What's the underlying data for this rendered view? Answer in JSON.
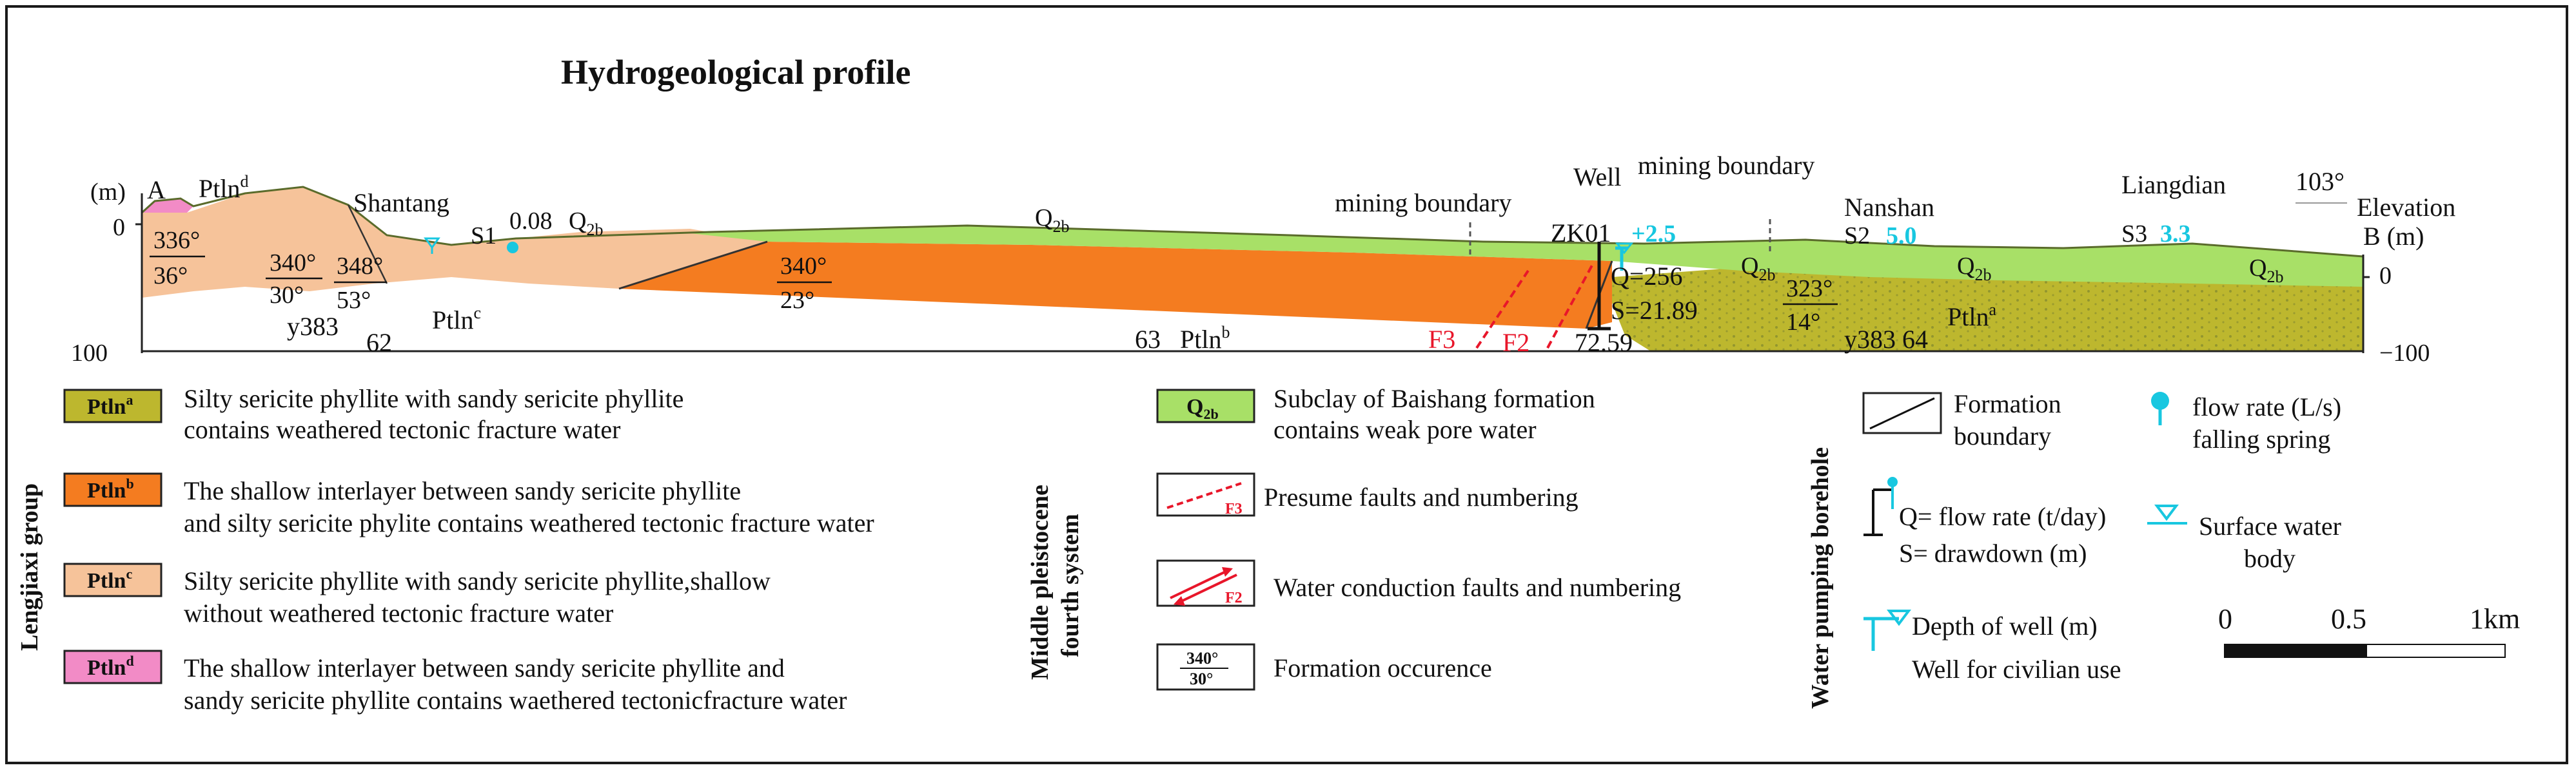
{
  "title": "Hydrogeological profile",
  "profile": {
    "left_unit": "(m)",
    "left_end": "A",
    "right_end": "B",
    "right_unit": "(m)",
    "left_ticks": [
      "0",
      "100"
    ],
    "right_ticks": [
      "0",
      "−100"
    ],
    "direction": "103°",
    "direction_label": "Elevation",
    "places": {
      "shantang": "Shantang",
      "nanshan": "Nanshan",
      "liangdian": "Liangdian",
      "well": "Well",
      "zk01": "ZK01"
    },
    "mining_boundary_1": "mining boundary",
    "mining_boundary_2": "mining boundary",
    "springs": {
      "s1": "S1",
      "s1_rate": "0.08",
      "s2": "S2",
      "s2_rate": "5.0",
      "s3": "S3",
      "s3_rate": "3.3"
    },
    "well_depth": "+2.5",
    "well_q": "Q=256",
    "well_s": "S=21.89",
    "well_total": "72.59",
    "fault_f3": "F3",
    "fault_f2": "F2",
    "unit_labels": {
      "ptln_d_top": "Ptln",
      "ptln_d_sup": "d",
      "ptln_c": "Ptln",
      "ptln_c_sup": "c",
      "ptln_b": "Ptln",
      "ptln_b_sup": "b",
      "ptln_a": "Ptln",
      "ptln_a_sup": "a",
      "q2b": "Q",
      "q2b_sub": "2b"
    },
    "occurrences": [
      {
        "strike": "336°",
        "dip": "36°"
      },
      {
        "strike": "340°",
        "dip": "30°"
      },
      {
        "strike": "348°",
        "dip": "53°"
      },
      {
        "strike": "340°",
        "dip": "23°"
      },
      {
        "strike": "323°",
        "dip": "14°"
      }
    ],
    "marks": {
      "y383_left": "y383",
      "n62": "62",
      "n63": "63",
      "y383_right": "y383",
      "n64": "64"
    }
  },
  "legend": {
    "lengjiaxi_group": "Lengjiaxi group",
    "middle_pleistocene": "Middle pleistocene",
    "fourth_system": "fourth system",
    "water_pumping": "Water pumping borehole",
    "items": [
      {
        "sym": "Ptln",
        "sup": "a",
        "line1": "Silty sericite phyllite with sandy sericite phyllite",
        "line2": "contains weathered tectonic fracture water",
        "color": "#bdb72e"
      },
      {
        "sym": "Ptln",
        "sup": "b",
        "line1": "The shallow interlayer between sandy sericite phyllite",
        "line2": "and silty sericite phylite contains weathered tectonic fracture water",
        "color": "#f47c20"
      },
      {
        "sym": "Ptln",
        "sup": "c",
        "line1": "Silty sericite phyllite with sandy sericite phyllite,shallow",
        "line2": "without weathered tectonic fracture water",
        "color": "#f6c39a"
      },
      {
        "sym": "Ptln",
        "sup": "d",
        "line1": "The shallow interlayer between sandy sericite phyllite and",
        "line2": "sandy sericite phyllite contains waethered tectonicfracture water",
        "color": "#f28bc6"
      }
    ],
    "q2b": {
      "sym": "Q",
      "sub": "2b",
      "line1": "Subclay of Baishang formation",
      "line2": "contains weak pore water",
      "color": "#a8e067"
    },
    "presume_faults": "Presume faults and numbering",
    "presume_fault_tag": "F3",
    "conduction_faults": "Water conduction faults and numbering",
    "conduction_fault_tag": "F2",
    "occurrence_strike": "340°",
    "occurrence_dip": "30°",
    "formation_occurrence": "Formation occurence",
    "formation_boundary_1": "Formation",
    "formation_boundary_2": "boundary",
    "flow_rate_1": "flow rate (L/s)",
    "flow_rate_2": "falling spring",
    "q_flow": "Q= flow rate (t/day)",
    "s_drawdown": "S= drawdown (m)",
    "surface_water_1": "Surface water",
    "surface_water_2": "body",
    "depth_of_well": "Depth of well (m)",
    "well_civilian": "Well for civilian use",
    "scale": [
      "0",
      "0.5",
      "1km"
    ]
  },
  "colors": {
    "ptln_a": "#bdb72e",
    "ptln_b": "#f47c20",
    "ptln_c": "#f6c39a",
    "ptln_d": "#f28bc6",
    "q2b": "#a8e067",
    "cyan": "#18c7e0",
    "fault_red": "#e8162a"
  }
}
